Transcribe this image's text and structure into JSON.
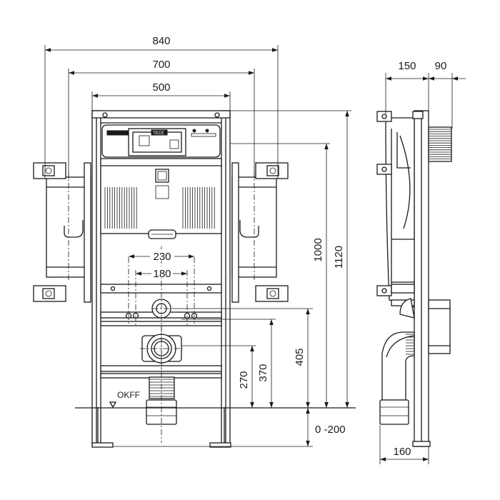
{
  "dimensions": {
    "width_840": "840",
    "width_700": "700",
    "width_500": "500",
    "depth_150": "150",
    "depth_90": "90",
    "height_1120": "1120",
    "height_1000": "1000",
    "spacing_230": "230",
    "spacing_180": "180",
    "height_405": "405",
    "height_370": "370",
    "height_270": "270",
    "adjust_range": "0 -200",
    "depth_160": "160"
  },
  "labels": {
    "floor_reference": "OKFF",
    "brand_badge": "TECE"
  },
  "colors": {
    "line": "#1a1a1a",
    "background": "#ffffff"
  }
}
